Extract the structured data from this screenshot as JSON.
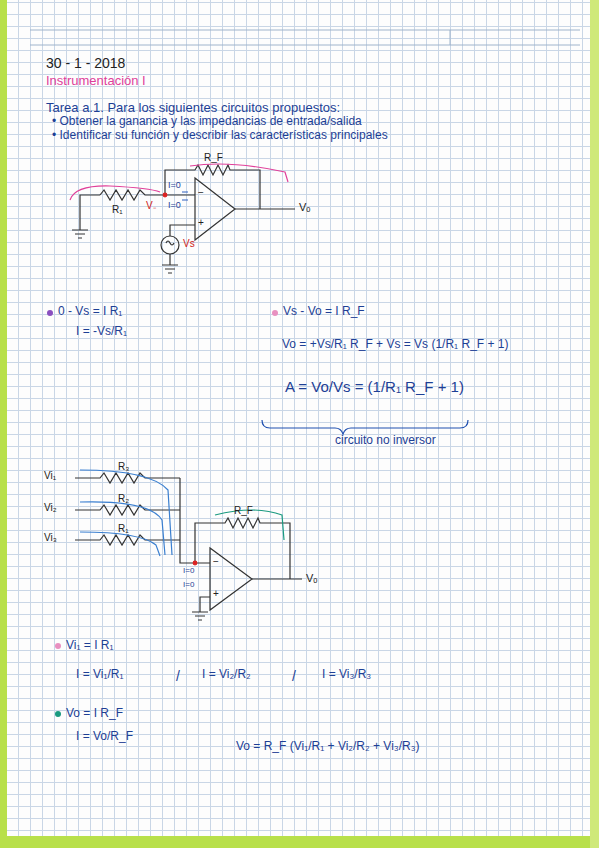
{
  "diagram": {
    "labels": [
      "30 - 1 - 2018",
      "Instrumentación I",
      "Tarea a.1. Para los siguientes circuitos propuestos:",
      "• Obtener la ganancia y las impedancias de entrada/salida",
      "• Identificar su función y describir las características principales",
      "R₁",
      "R_F",
      "I=0",
      "I=0",
      "V₋",
      "Vs",
      "−",
      "+",
      "Vₒ",
      "0 - Vs = I R₁",
      "I = -Vs/R₁",
      "Vs - Vo = I R_F",
      "Vo = +Vs/R₁ R_F + Vs = Vs (1/R₁ R_F + 1)",
      "A = Vo/Vs = (1/R₁ R_F + 1)",
      "circuito no inversor",
      "Vi₁",
      "Vi₂",
      "Vi₃",
      "R₃",
      "R₂",
      "R₁",
      "R_F",
      "I=0",
      "I=0",
      "−",
      "+",
      "Vₒ",
      "Vi₁ = I R₁",
      "I = Vi₁/R₁",
      "/",
      "I = Vi₂/R₂",
      "/",
      "I = Vi₃/R₃",
      "Vo = I R_F",
      "I = Vo/R_F",
      "Vo = R_F (Vi₁/R₁ + Vi₂/R₂ + Vi₃/R₃)"
    ]
  }
}
